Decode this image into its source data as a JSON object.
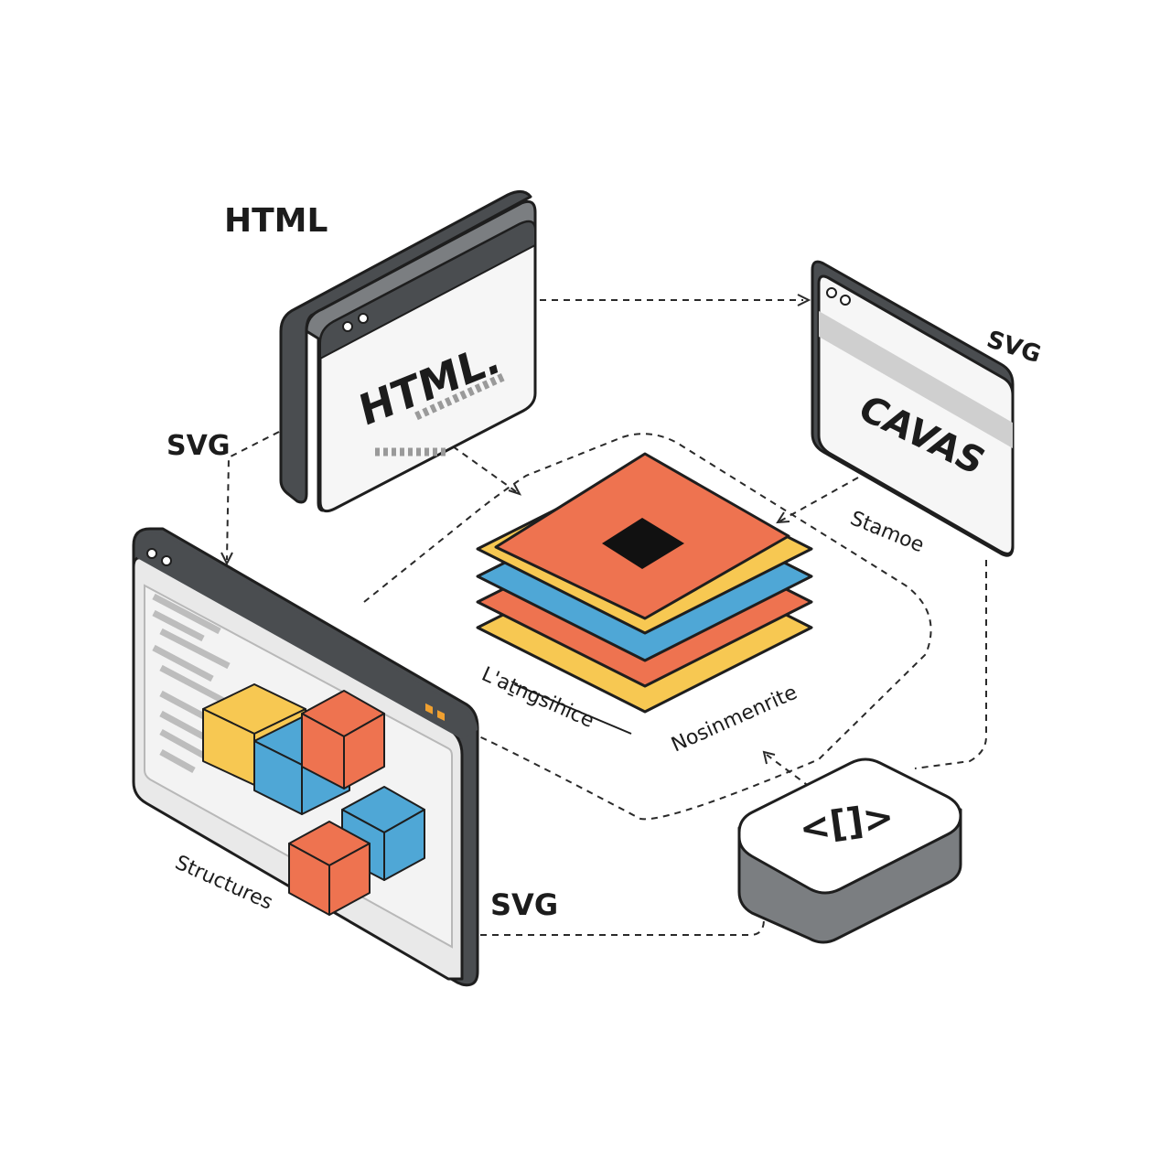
{
  "labels": {
    "html_top": "HTML",
    "svg_left": "SVG",
    "svg_right": "SVG",
    "svg_bottom": "SVG",
    "html_window_text": "HTML.",
    "canvas_window_text": "CAVAS",
    "stamoe": "Stamoe",
    "latngsihice": "L'aṯngsihice",
    "nosinmenrite": "Nosinmenrite",
    "structures": "Structures",
    "code_symbol": "<[]>"
  },
  "colors": {
    "orange": "#ee7350",
    "yellow": "#f7c852",
    "blue": "#4fa7d6",
    "frame_dark": "#4a4d50",
    "frame_mid": "#7b7e81",
    "window_fill": "#f6f6f6",
    "ink": "#1e1e1e"
  }
}
